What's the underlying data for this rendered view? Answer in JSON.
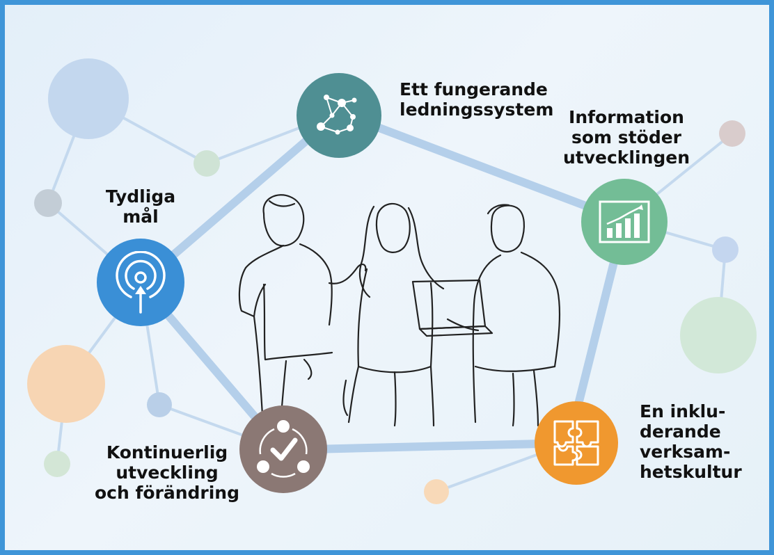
{
  "colors": {
    "frame": "#3f95d8",
    "teal": "#4f8f93",
    "blue": "#3a8fd6",
    "green": "#73bd96",
    "taupe": "#8b7874",
    "orange": "#f0982f",
    "line": "#b8d2ec"
  },
  "topics": {
    "ledning": {
      "label": "Ett fungerande\nledningssystem",
      "icon": "network-icon",
      "color": "#4f8f93"
    },
    "information": {
      "label": "Information\nsom stöder\nutvecklingen",
      "icon": "bar-chart-icon",
      "color": "#73bd96"
    },
    "mal": {
      "label": "Tydliga\nmål",
      "icon": "target-icon",
      "color": "#3a8fd6"
    },
    "kontinuerlig": {
      "label": "Kontinuerlig\nutveckling\noch förändring",
      "icon": "cycle-check-icon",
      "color": "#8b7874"
    },
    "kultur": {
      "label": "En inklu-\nderande\nverksam-\nhetskultur",
      "icon": "puzzle-icon",
      "color": "#f0982f"
    }
  },
  "illustration": {
    "icon": "people-line-drawing-icon"
  }
}
